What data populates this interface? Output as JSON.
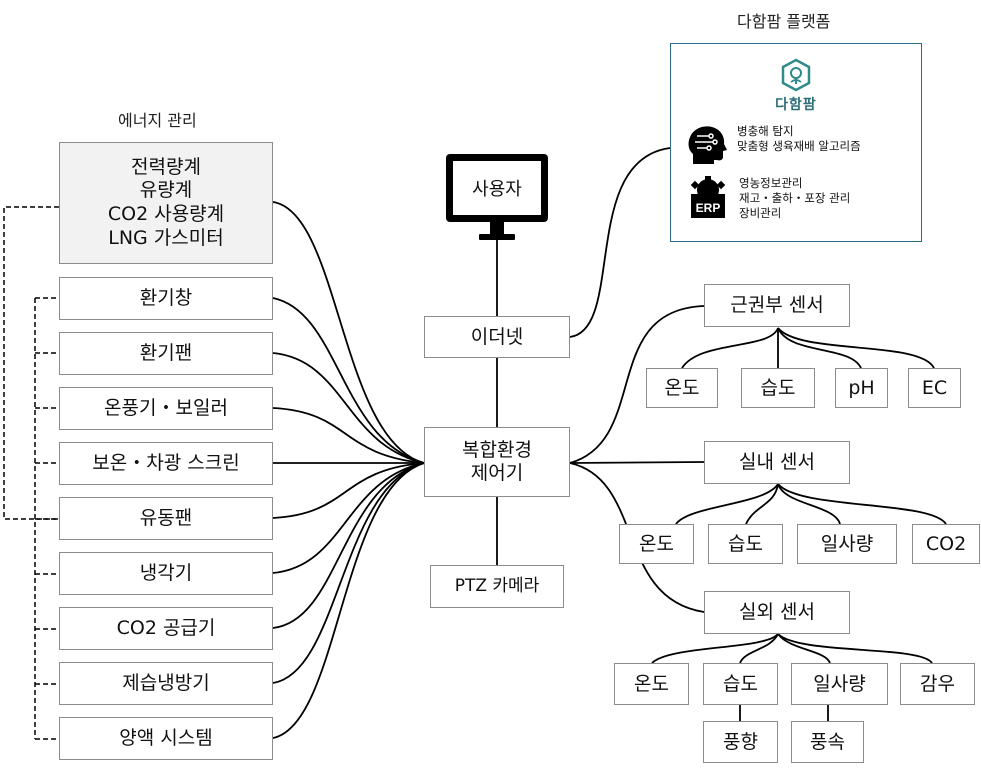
{
  "platform": {
    "title": "다함팜 플랫폼",
    "brand": "다함팜",
    "items": [
      {
        "icon": "ai-head-icon",
        "lines": [
          "병충해 탐지",
          "맞춤형 생육재배 알고리즘"
        ]
      },
      {
        "icon": "erp-gear-icon",
        "badge": "ERP",
        "lines": [
          "영농정보관리",
          "재고・출하・포장 관리",
          "장비관리"
        ]
      }
    ]
  },
  "energy": {
    "title": "에너지 관리",
    "meters": [
      "전력량계",
      "유량계",
      "CO2 사용량계",
      "LNG 가스미터"
    ]
  },
  "devices": [
    "환기창",
    "환기팬",
    "온풍기・보일러",
    "보온・차광 스크린",
    "유동팬",
    "냉각기",
    "CO2 공급기",
    "제습냉방기",
    "양액 시스템"
  ],
  "center": {
    "user": "사용자",
    "ethernet": "이더넷",
    "controller": [
      "복합환경",
      "제어기"
    ],
    "camera": "PTZ 카메라"
  },
  "sensors": {
    "root": {
      "title": "근권부 센서",
      "items": [
        "온도",
        "습도",
        "pH",
        "EC"
      ]
    },
    "indoor": {
      "title": "실내 센서",
      "items": [
        "온도",
        "습도",
        "일사량",
        "CO2"
      ]
    },
    "outdoor": {
      "title": "실외 센서",
      "items": [
        "온도",
        "습도",
        "일사량",
        "감우"
      ],
      "sub_items": [
        "풍향",
        "풍속"
      ]
    }
  },
  "colors": {
    "box_border": "#8c8c8c",
    "energy_fill": "#f2f2f2",
    "platform_border": "#2e6b8a",
    "brand": "#2f6f7a",
    "line": "#000000"
  }
}
